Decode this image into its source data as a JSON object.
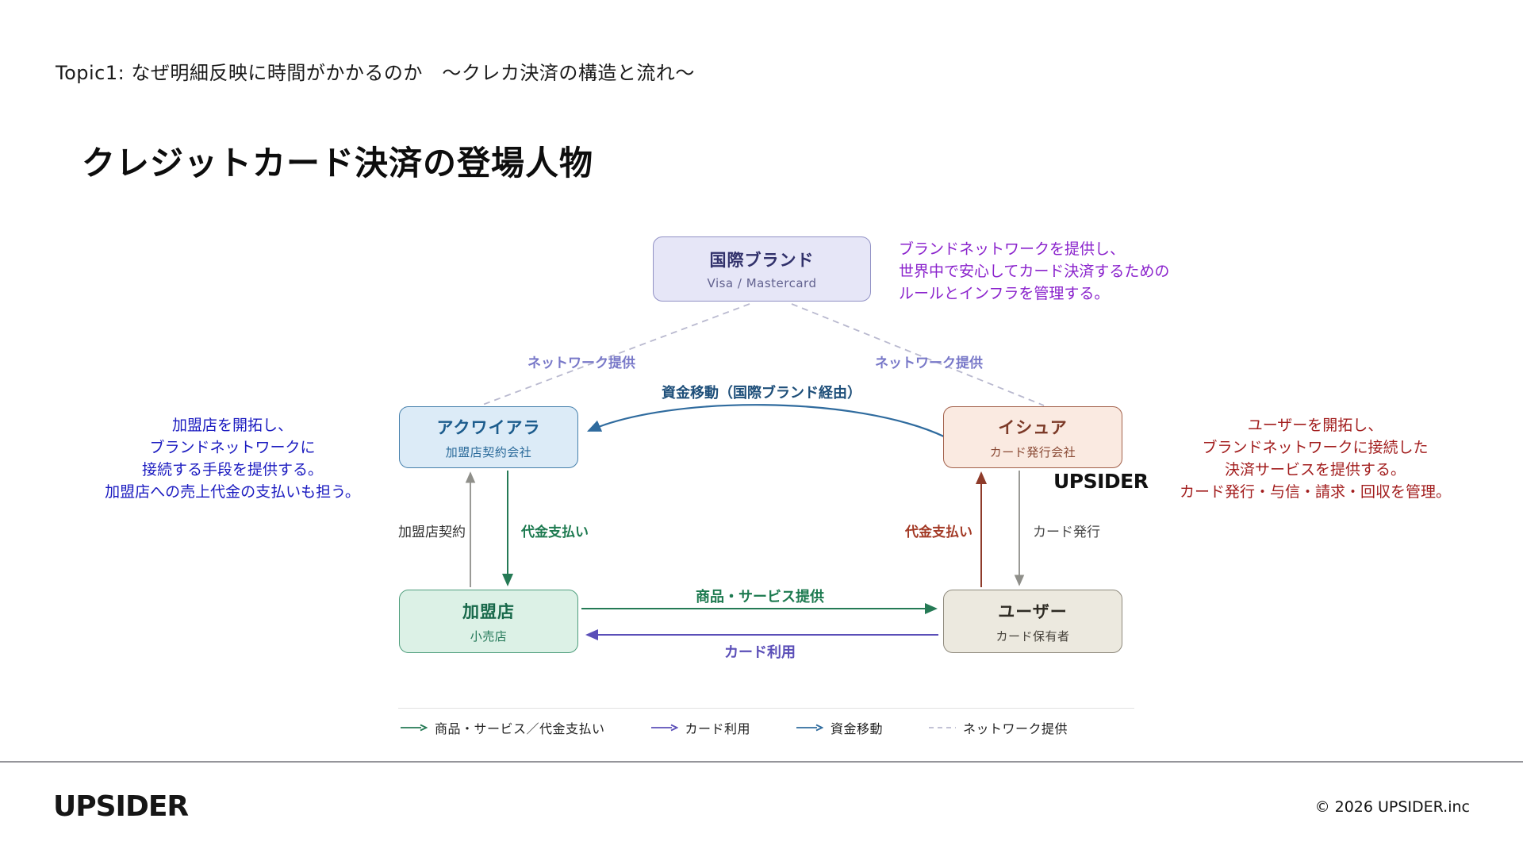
{
  "topic": "Topic1: なぜ明細反映に時間がかかるのか　〜クレカ決済の構造と流れ〜",
  "title": "クレジットカード決済の登場人物",
  "nodes": {
    "brand": {
      "title": "国際ブランド",
      "subtitle": "Visa / Mastercard"
    },
    "acquirer": {
      "title": "アクワイアラ",
      "subtitle": "加盟店契約会社"
    },
    "issuer": {
      "title": "イシュア",
      "subtitle": "カード発行会社"
    },
    "merchant": {
      "title": "加盟店",
      "subtitle": "小売店"
    },
    "user": {
      "title": "ユーザー",
      "subtitle": "カード保有者"
    }
  },
  "annotations": {
    "brand_note": "ブランドネットワークを提供し、\n世界中で安心してカード決済するための\nルールとインフラを管理する。",
    "acquirer_note": "加盟店を開拓し、\nブランドネットワークに\n接続する手段を提供する。\n加盟店への売上代金の支払いも担う。",
    "issuer_note": "ユーザーを開拓し、\nブランドネットワークに接続した\n決済サービスを提供する。\nカード発行・与信・請求・回収を管理。"
  },
  "edge_labels": {
    "network_left": "ネットワーク提供",
    "network_right": "ネットワーク提供",
    "funds_via_brand": "資金移動（国際ブランド経由）",
    "merchant_contract": "加盟店契約",
    "payment_left": "代金支払い",
    "payment_right": "代金支払い",
    "card_issuing": "カード発行",
    "goods_services": "商品・サービス提供",
    "card_usage": "カード利用"
  },
  "legend": [
    {
      "label": "商品・サービス／代金支払い",
      "color": "#257a55",
      "style": "solid"
    },
    {
      "label": "カード利用",
      "color": "#5b4fb8",
      "style": "solid"
    },
    {
      "label": "資金移動",
      "color": "#2f6b9e",
      "style": "solid"
    },
    {
      "label": "ネットワーク提供",
      "color": "#b9b9cf",
      "style": "dashed"
    }
  ],
  "logos": {
    "watermark": "UPSIDER",
    "footer": "UPSIDER"
  },
  "footer": {
    "copyright": "© 2026 UPSIDER.inc"
  },
  "colors": {
    "annotation_purple": "#8a22cc",
    "annotation_blue": "#1b1bc0",
    "annotation_red": "#a21d1d",
    "arrow_green": "#257a55",
    "arrow_purple": "#5b4fb8",
    "arrow_blue": "#2f6b9e",
    "arrow_red": "#8e3b2a",
    "arrow_gray": "#8f8f8a",
    "dashed_network": "#b9b9cf"
  }
}
